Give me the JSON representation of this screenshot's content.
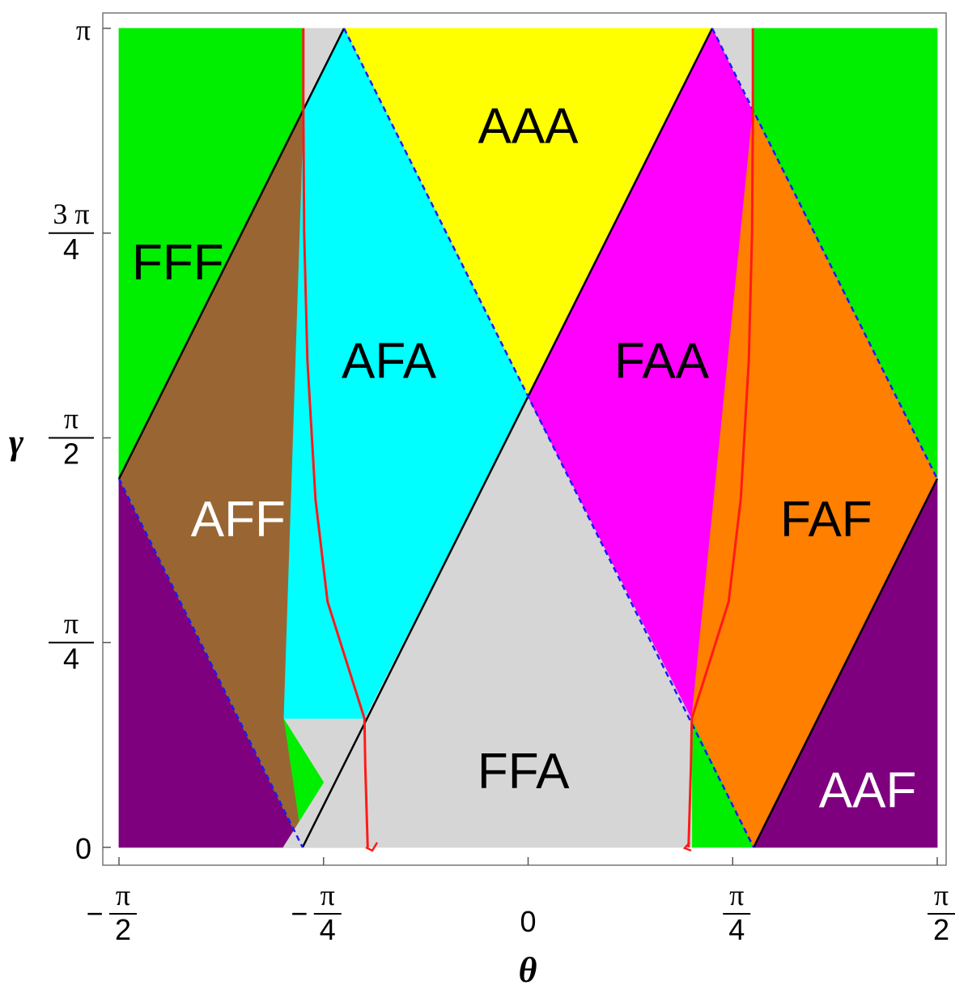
{
  "chart_data": {
    "type": "heatmap",
    "title": "",
    "xlabel": "θ",
    "ylabel": "γ",
    "xlim": [
      -1.5708,
      1.5708
    ],
    "ylim": [
      0,
      3.1416
    ],
    "grid": false,
    "legend": "none",
    "colors": {
      "green": "#00ee00",
      "gray": "#d6d6d6",
      "yellow": "#ffff00",
      "cyan": "#00ffff",
      "magenta": "#ff00ff",
      "brown": "#996633",
      "orange": "#ff7f00",
      "purple": "#7f007f",
      "black_line": "#000000",
      "blue_dashed": "#1a1aff",
      "red_curve": "#ff1a1a"
    },
    "x_ticks": [
      {
        "value": -1.5708,
        "label_sign": "−",
        "label_num": "π",
        "label_den": "2"
      },
      {
        "value": -0.7854,
        "label_sign": "−",
        "label_num": "π",
        "label_den": "4"
      },
      {
        "value": 0,
        "label": "0"
      },
      {
        "value": 0.7854,
        "label_sign": "",
        "label_num": "π",
        "label_den": "4"
      },
      {
        "value": 1.5708,
        "label_sign": "",
        "label_num": "π",
        "label_den": "2"
      }
    ],
    "y_ticks": [
      {
        "value": 0,
        "label": "0"
      },
      {
        "value": 0.7854,
        "label_num": "π",
        "label_den": "4"
      },
      {
        "value": 1.5708,
        "label_num": "π",
        "label_den": "2"
      },
      {
        "value": 2.3562,
        "label_num": "3 π",
        "label_den": "4"
      },
      {
        "value": 3.1416,
        "label": "π"
      }
    ],
    "regions": [
      {
        "name": "AAA",
        "color": "yellow",
        "label_color": "black",
        "label_pos": [
          0.0,
          2.77
        ],
        "polygon": [
          [
            -0.7068,
            3.1416
          ],
          [
            0.7068,
            3.1416
          ],
          [
            0.0,
            1.7279
          ]
        ]
      },
      {
        "name": "AFA",
        "color": "cyan",
        "label_color": "black",
        "label_pos": [
          -0.5342,
          1.8695
        ],
        "polygon": [
          [
            -0.7068,
            3.1416
          ],
          [
            0.0,
            1.7279
          ],
          [
            -0.6283,
            0.4943
          ],
          [
            -0.9397,
            0.4943
          ],
          [
            -0.8628,
            2.8204
          ]
        ]
      },
      {
        "name": "FAA",
        "color": "magenta",
        "label_color": "black",
        "label_pos": [
          0.5128,
          1.8695
        ],
        "polygon": [
          [
            0.7068,
            3.1416
          ],
          [
            0.0,
            1.7279
          ],
          [
            0.6283,
            0.4943
          ],
          [
            0.6283,
            0.4943
          ],
          [
            0.8628,
            2.8204
          ]
        ]
      },
      {
        "name": "FFF",
        "color": "green",
        "label_color": "black",
        "label_pos": [
          -1.3445,
          2.2461
        ],
        "polygon": [
          [
            -1.5708,
            3.1416
          ],
          [
            -0.8628,
            3.1416
          ],
          [
            -0.8628,
            2.8204
          ],
          [
            -1.5708,
            1.4137
          ]
        ]
      },
      {
        "name": "AFF",
        "color": "brown",
        "label_color": "white",
        "label_pos": [
          -1.1131,
          1.2618
        ],
        "polygon": [
          [
            -1.5708,
            1.4137
          ],
          [
            -0.8628,
            2.8204
          ],
          [
            -0.9397,
            0.4943
          ],
          [
            -0.8659,
            0.0
          ]
        ]
      },
      {
        "name": "FAF",
        "color": "orange",
        "label_color": "black",
        "label_pos": [
          1.1446,
          1.2618
        ],
        "polygon": [
          [
            1.5708,
            1.4137
          ],
          [
            0.8628,
            2.8204
          ],
          [
            0.6283,
            0.4943
          ],
          [
            0.8659,
            0.0
          ]
        ]
      },
      {
        "name": "FFA",
        "color": "gray",
        "label_color": "black",
        "label_pos": [
          -0.0181,
          0.2954
        ],
        "polygon": [
          [
            -0.6283,
            0.4943
          ],
          [
            0.6283,
            0.4943
          ],
          [
            0.6283,
            0.0
          ],
          [
            -0.9397,
            0.0
          ]
        ]
      },
      {
        "name": "AAF",
        "color": "purple",
        "label_color": "white",
        "label_pos": [
          1.3039,
          0.2227
        ],
        "polygon": [
          [
            0.8659,
            0.0
          ],
          [
            1.5708,
            1.4137
          ],
          [
            1.5708,
            0.0
          ]
        ]
      }
    ],
    "unlabeled_regions": [
      {
        "color": "purple",
        "polygon": [
          [
            -1.5708,
            0.0
          ],
          [
            -1.5708,
            1.4137
          ],
          [
            -0.8659,
            0.0
          ]
        ]
      },
      {
        "color": "green",
        "polygon": [
          [
            1.5708,
            3.1416
          ],
          [
            0.8628,
            3.1416
          ],
          [
            0.8628,
            2.8204
          ],
          [
            1.5708,
            1.4137
          ]
        ]
      },
      {
        "color": "green",
        "polygon": [
          [
            -0.8659,
            0.0
          ],
          [
            -0.9397,
            0.4943
          ],
          [
            -0.6283,
            0.0
          ]
        ]
      },
      {
        "color": "green",
        "polygon": [
          [
            0.8659,
            0.0
          ],
          [
            0.6283,
            0.4943
          ],
          [
            0.6283,
            0.0
          ]
        ]
      },
      {
        "color": "gray",
        "polygon": [
          [
            -0.8628,
            3.1416
          ],
          [
            -0.7068,
            3.1416
          ],
          [
            -0.8628,
            2.8204
          ]
        ]
      },
      {
        "color": "gray",
        "polygon": [
          [
            0.8628,
            3.1416
          ],
          [
            0.7068,
            3.1416
          ],
          [
            0.8628,
            2.8204
          ]
        ]
      }
    ],
    "lines": [
      {
        "style": "solid",
        "color": "black_line",
        "points": [
          [
            -1.5708,
            1.4137
          ],
          [
            -0.7068,
            3.1416
          ]
        ]
      },
      {
        "style": "solid",
        "color": "black_line",
        "points": [
          [
            -0.8659,
            0.0
          ],
          [
            0.7068,
            3.1416
          ]
        ]
      },
      {
        "style": "solid",
        "color": "black_line",
        "points": [
          [
            0.8659,
            0.0
          ],
          [
            1.5708,
            1.4137
          ]
        ]
      },
      {
        "style": "dashed",
        "color": "blue_dashed",
        "points": [
          [
            -1.5708,
            1.4137
          ],
          [
            -0.8659,
            0.0
          ]
        ]
      },
      {
        "style": "dashed",
        "color": "blue_dashed",
        "points": [
          [
            -0.7068,
            3.1416
          ],
          [
            0.8659,
            0.0
          ]
        ]
      },
      {
        "style": "dashed",
        "color": "blue_dashed",
        "points": [
          [
            0.7068,
            3.1416
          ],
          [
            1.5708,
            1.4137
          ]
        ]
      }
    ],
    "curves": [
      {
        "name": "left red curve",
        "color": "red_curve",
        "points": [
          [
            -0.8628,
            3.1416
          ],
          [
            -0.8628,
            2.8204
          ],
          [
            -0.8597,
            2.3562
          ],
          [
            -0.8473,
            1.8695
          ],
          [
            -0.8163,
            1.3351
          ],
          [
            -0.7699,
            0.9425
          ],
          [
            -0.6283,
            0.4943
          ],
          [
            -0.6251,
            0.3142
          ],
          [
            -0.6159,
            0.0
          ]
        ]
      },
      {
        "name": "right red curve",
        "color": "red_curve",
        "points": [
          [
            0.8628,
            3.1416
          ],
          [
            0.8628,
            2.8204
          ],
          [
            0.8597,
            2.3562
          ],
          [
            0.8473,
            1.8695
          ],
          [
            0.8163,
            1.3351
          ],
          [
            0.7699,
            0.9425
          ],
          [
            0.6283,
            0.4943
          ],
          [
            0.6251,
            0.3142
          ],
          [
            0.6159,
            0.0
          ]
        ]
      }
    ]
  }
}
